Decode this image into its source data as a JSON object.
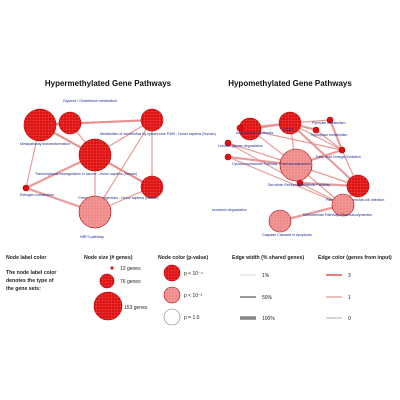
{
  "panels": {
    "hyper": {
      "title": "Hypermethylated Gene Pathways",
      "nodes": [
        {
          "id": "h1",
          "label": "Glycerol / Glutathione metabolism",
          "size": "medium",
          "pvalue": "high"
        },
        {
          "id": "h2",
          "label": "Metapathway biotransformation",
          "size": "large",
          "pvalue": "high"
        },
        {
          "id": "h3",
          "label": "Metabolism of xenobiotics by cytochrome P450 - Homo sapiens (human)",
          "size": "medium",
          "pvalue": "high"
        },
        {
          "id": "h4",
          "label": "Transcriptional misregulation in cancer - Homo sapiens (human)",
          "size": "large",
          "pvalue": "high"
        },
        {
          "id": "h5",
          "label": "Estrogen metabolism",
          "size": "small",
          "pvalue": "high"
        },
        {
          "id": "h6",
          "label": "Chemical carcinogenesis - Homo sapiens (human)",
          "size": "medium",
          "pvalue": "high"
        },
        {
          "id": "h7",
          "label": "NRF2 pathway",
          "size": "large",
          "pvalue": "mid"
        }
      ],
      "edges": [
        [
          "h1",
          "h2"
        ],
        [
          "h1",
          "h3"
        ],
        [
          "h1",
          "h4"
        ],
        [
          "h2",
          "h3"
        ],
        [
          "h2",
          "h4"
        ],
        [
          "h2",
          "h5"
        ],
        [
          "h2",
          "h6"
        ],
        [
          "h3",
          "h4"
        ],
        [
          "h3",
          "h6"
        ],
        [
          "h4",
          "h5"
        ],
        [
          "h4",
          "h6"
        ],
        [
          "h4",
          "h7"
        ],
        [
          "h5",
          "h7"
        ],
        [
          "h6",
          "h7"
        ],
        [
          "h3",
          "h7"
        ]
      ]
    },
    "hypo": {
      "title": "Hypomethylated Gene Pathways",
      "nodes": [
        {
          "id": "o1",
          "label": "",
          "size": "medium",
          "pvalue": "high"
        },
        {
          "id": "o2",
          "label": "Pyruvate metabolism",
          "size": "small",
          "pvalue": "high"
        },
        {
          "id": "o3",
          "label": "Acetylcholine synthesis",
          "size": "small",
          "pvalue": "high"
        },
        {
          "id": "o4",
          "label": "EGFR",
          "size": "medium",
          "pvalue": "high"
        },
        {
          "id": "o5",
          "label": "Tryptophan metabolism",
          "size": "small",
          "pvalue": "high"
        },
        {
          "id": "o6",
          "label": "Leucine/glycine degradation",
          "size": "small",
          "pvalue": "high"
        },
        {
          "id": "o7",
          "label": "Fatty Acid Omega Oxidation",
          "size": "small",
          "pvalue": "high"
        },
        {
          "id": "o8",
          "label": "Cyclophosphamide Pathway, Pharmacodynamics",
          "size": "large",
          "pvalue": "mid"
        },
        {
          "id": "o9",
          "label": "Serotonin Receptor Metabolic Pathway",
          "size": "small",
          "pvalue": "high"
        },
        {
          "id": "o10",
          "label": "Pathogenic Escherichia coli infection",
          "size": "medium",
          "pvalue": "high"
        },
        {
          "id": "o11",
          "label": "serotonin degradation",
          "size": "small",
          "pvalue": "high"
        },
        {
          "id": "o12",
          "label": "Methotrexate Pathway, Pharmacodynamics",
          "size": "medium",
          "pvalue": "mid"
        },
        {
          "id": "o13",
          "label": "Caspase Cascade in Apoptosis",
          "size": "medium",
          "pvalue": "mid"
        }
      ],
      "edges": [
        [
          "o1",
          "o4"
        ],
        [
          "o1",
          "o8"
        ],
        [
          "o2",
          "o4"
        ],
        [
          "o2",
          "o7"
        ],
        [
          "o3",
          "o4"
        ],
        [
          "o3",
          "o7"
        ],
        [
          "o4",
          "o5"
        ],
        [
          "o4",
          "o8"
        ],
        [
          "o4",
          "o7"
        ],
        [
          "o4",
          "o10"
        ],
        [
          "o5",
          "o7"
        ],
        [
          "o6",
          "o8"
        ],
        [
          "o7",
          "o8"
        ],
        [
          "o7",
          "o10"
        ],
        [
          "o8",
          "o9"
        ],
        [
          "o8",
          "o11"
        ],
        [
          "o8",
          "o12"
        ],
        [
          "o8",
          "o10"
        ],
        [
          "o9",
          "o10"
        ],
        [
          "o9",
          "o12"
        ],
        [
          "o11",
          "o12"
        ],
        [
          "o12",
          "o13"
        ],
        [
          "o10",
          "o12"
        ],
        [
          "o6",
          "o9"
        ]
      ]
    }
  },
  "legend": {
    "label_color": {
      "heading": "Node label color",
      "note": [
        "The node label color",
        "denotes the type of",
        "the gene sets:"
      ]
    },
    "node_size": {
      "heading": "Node size (# genes)",
      "items": [
        "13 genes",
        "76 genes",
        "153 genes"
      ]
    },
    "node_color": {
      "heading": "Node color (p-value)",
      "items": [
        "p < 10⁻⁴",
        "p < 10⁻²",
        "p = 1.0"
      ]
    },
    "edge_width": {
      "heading": "Edge width (% shared genes)",
      "items": [
        "1%",
        "50%",
        "100%"
      ]
    },
    "edge_color": {
      "heading": "Edge color (genes from input)",
      "items": [
        "3",
        "1",
        "0"
      ]
    }
  },
  "colors": {
    "node_high": "#e01010",
    "node_mid": "#ef8a8a",
    "node_none": "#ffffff",
    "node_border": "#b00000",
    "edge": "#e58a8a",
    "label": "#1a2a8c"
  }
}
